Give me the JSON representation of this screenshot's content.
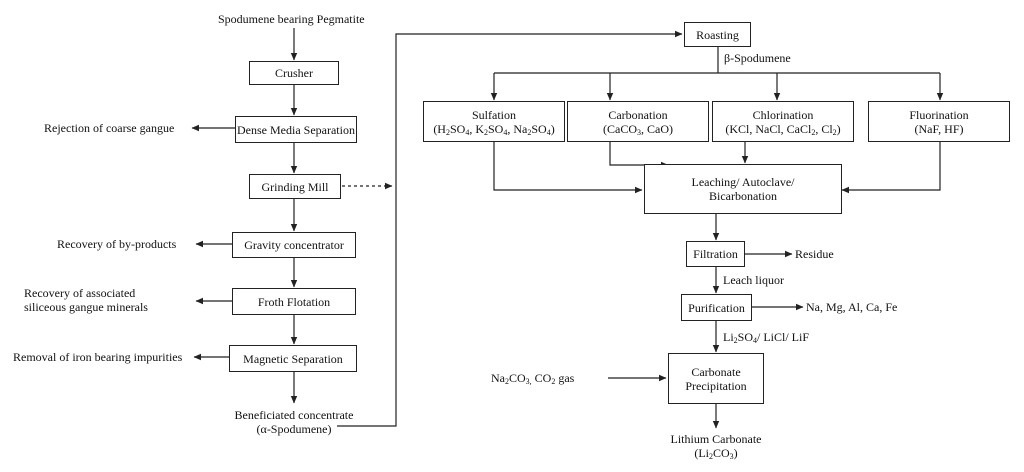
{
  "left_column": {
    "source": "Spodumene bearing Pegmatite",
    "crusher": "Crusher",
    "dms": "Dense Media Separation",
    "grinding": "Grinding Mill",
    "gravity": "Gravity concentrator",
    "froth": "Froth Flotation",
    "magnetic": "Magnetic Separation",
    "product_line1": "Beneficiated concentrate",
    "product_line2": "(α-Spodumene)"
  },
  "side_outputs": {
    "coarse_gangue": "Rejection of coarse gangue",
    "byproducts": "Recovery of by-products",
    "siliceous_line1": "Recovery of associated",
    "siliceous_line2": "siliceous gangue minerals",
    "iron": "Removal of iron bearing impurities"
  },
  "right_column": {
    "roasting": "Roasting",
    "beta": "β-Spodumene",
    "sulfation": {
      "title": "Sulfation",
      "reagents_html": "(H<sub>2</sub>SO<sub>4</sub>, K<sub>2</sub>SO<sub>4</sub>, Na<sub>2</sub>SO<sub>4</sub>)"
    },
    "carbonation": {
      "title": "Carbonation",
      "reagents_html": "(CaCO<sub>3</sub>, CaO)"
    },
    "chlorination": {
      "title": "Chlorination",
      "reagents_html": "(KCl, NaCl, CaCl<sub>2</sub>, Cl<sub>2</sub>)"
    },
    "fluorination": {
      "title": "Fluorination",
      "reagents_html": "(NaF, HF)"
    },
    "leaching_line1": "Leaching/ Autoclave/",
    "leaching_line2": "Bicarbonation",
    "filtration": "Filtration",
    "residue": "Residue",
    "leach_liquor": "Leach liquor",
    "purification": "Purification",
    "impurities": "Na, Mg, Al, Ca, Fe",
    "intermediate_html": "Li<sub>2</sub>SO<sub>4</sub>/ LiCl/ LiF",
    "carbonate_line1": "Carbonate",
    "carbonate_line2": "Precipitation",
    "reagent_html": "Na<sub>2</sub>CO<sub>3,</sub> CO<sub>2</sub> gas",
    "product_line1": "Lithium Carbonate",
    "product_html": "(Li<sub>2</sub>CO<sub>3</sub>)"
  }
}
